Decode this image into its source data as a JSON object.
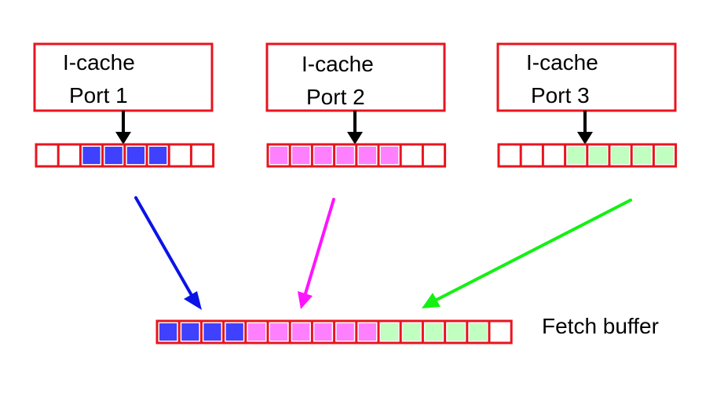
{
  "ports": [
    {
      "line1": "I-cache",
      "line2": "Port 1",
      "slots": [
        "empty",
        "empty",
        "fill",
        "fill",
        "fill",
        "fill",
        "empty",
        "empty"
      ],
      "fill_color": "#4040ff",
      "arrow_color": "#0a14e6"
    },
    {
      "line1": "I-cache",
      "line2": "Port 2",
      "slots": [
        "fill",
        "fill",
        "fill",
        "fill",
        "fill",
        "fill",
        "empty",
        "empty"
      ],
      "fill_color": "#ff80ff",
      "arrow_color": "#ff14ff"
    },
    {
      "line1": "I-cache",
      "line2": "Port 3",
      "slots": [
        "empty",
        "empty",
        "empty",
        "fill",
        "fill",
        "fill",
        "fill",
        "fill"
      ],
      "fill_color": "#c0ffc0",
      "arrow_color": "#14f014"
    }
  ],
  "fetch_buffer": {
    "label": "Fetch buffer",
    "slots": [
      "port1",
      "port1",
      "port1",
      "port1",
      "port2",
      "port2",
      "port2",
      "port2",
      "port2",
      "port2",
      "port3",
      "port3",
      "port3",
      "port3",
      "port3",
      "empty"
    ]
  },
  "colors": {
    "border": "#e8141e",
    "empty": "#ffffff",
    "pointer": "#000000"
  }
}
